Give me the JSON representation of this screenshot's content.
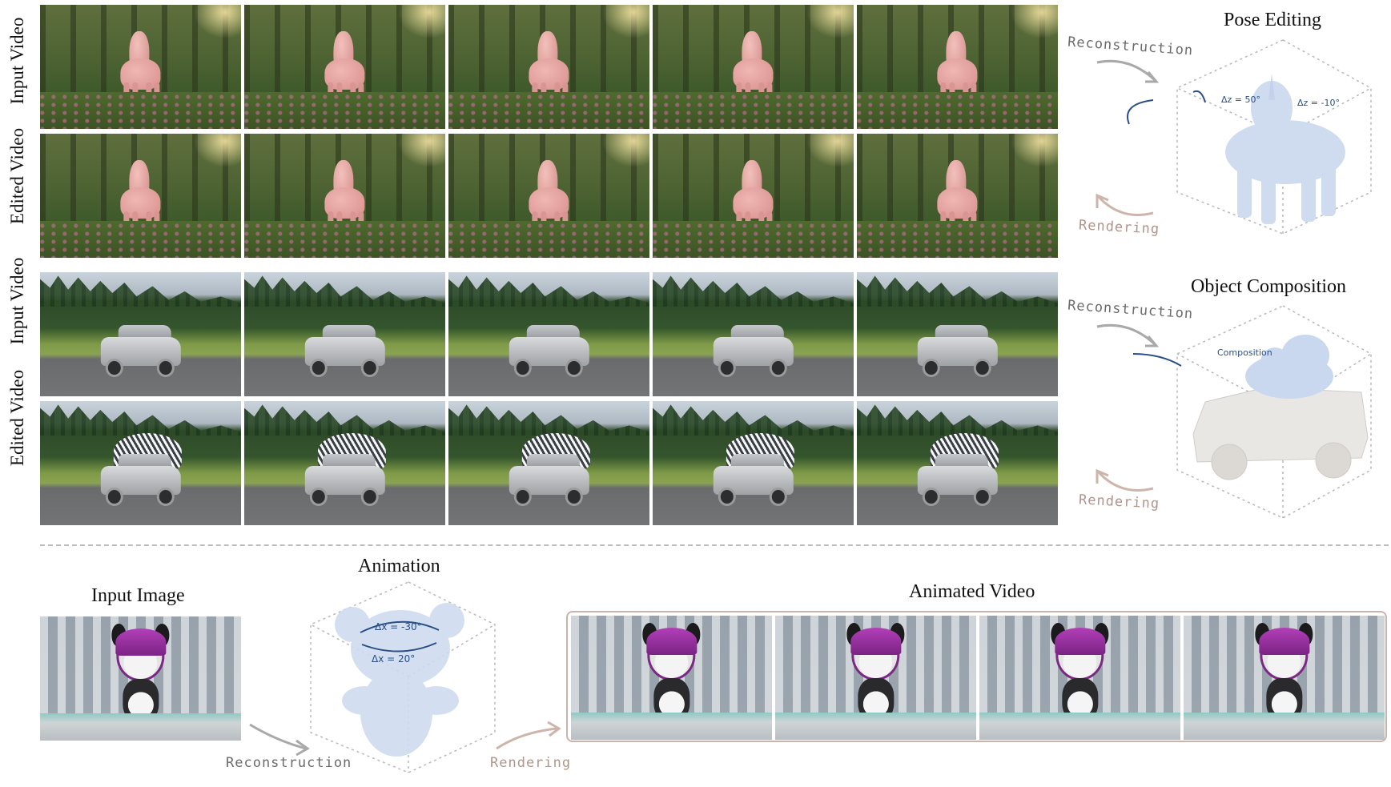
{
  "row_labels": {
    "input_video": "Input Video",
    "edited_video": "Edited Video"
  },
  "sections": {
    "pose_editing": {
      "title": "Pose Editing",
      "annotations": [
        "Δz = 50°",
        "Δz = -10°"
      ]
    },
    "object_composition": {
      "title": "Object Composition",
      "annotations": [
        "Composition"
      ]
    },
    "animation": {
      "title": "Animation",
      "input_label": "Input Image",
      "output_label": "Animated Video",
      "annotations": [
        "Δx = -30°",
        "Δx = 20°"
      ]
    }
  },
  "arrows": {
    "reconstruction": "Reconstruction",
    "rendering": "Rendering"
  },
  "colors": {
    "reconstruction_text": "#6b6b6b",
    "rendering_text": "#b0958a",
    "annotation_blue": "#2a4f86",
    "dashed_divider": "#bdbdbd",
    "animated_frame_border": "#c9b3ab"
  },
  "rows": {
    "unicorn_frames": 5,
    "car_frames": 5,
    "panda_output_frames": 4
  }
}
